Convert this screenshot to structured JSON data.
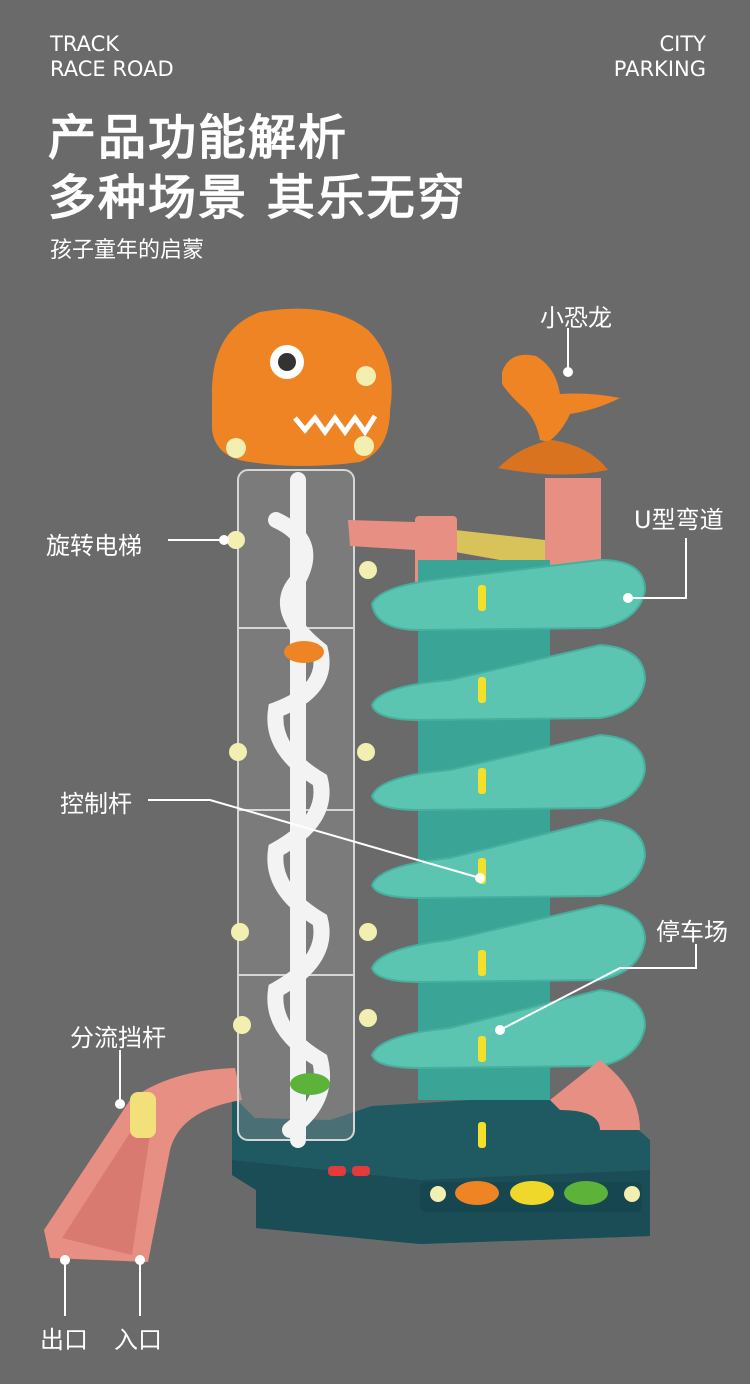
{
  "header": {
    "left_lines": [
      "TRACK",
      "RACE ROAD"
    ],
    "right_lines": [
      "CITY",
      "PARKING"
    ],
    "title_line1": "产品功能解析",
    "title_line2": "多种场景 其乐无穷",
    "subtitle": "孩子童年的启蒙"
  },
  "callouts": {
    "dinosaur": "小恐龙",
    "u_curve": "U型弯道",
    "spiral_elevator": "旋转电梯",
    "control_lever": "控制杆",
    "parking": "停车场",
    "diverter": "分流挡杆",
    "exit": "出口",
    "entrance": "入口"
  },
  "colors": {
    "background": "#6a6a6a",
    "track_teal": "#5cc5b2",
    "base_dark_teal": "#1f5a63",
    "ramp_pink": "#e88f84",
    "dino_orange": "#ee8424",
    "lever_yellow": "#f2e02a"
  }
}
